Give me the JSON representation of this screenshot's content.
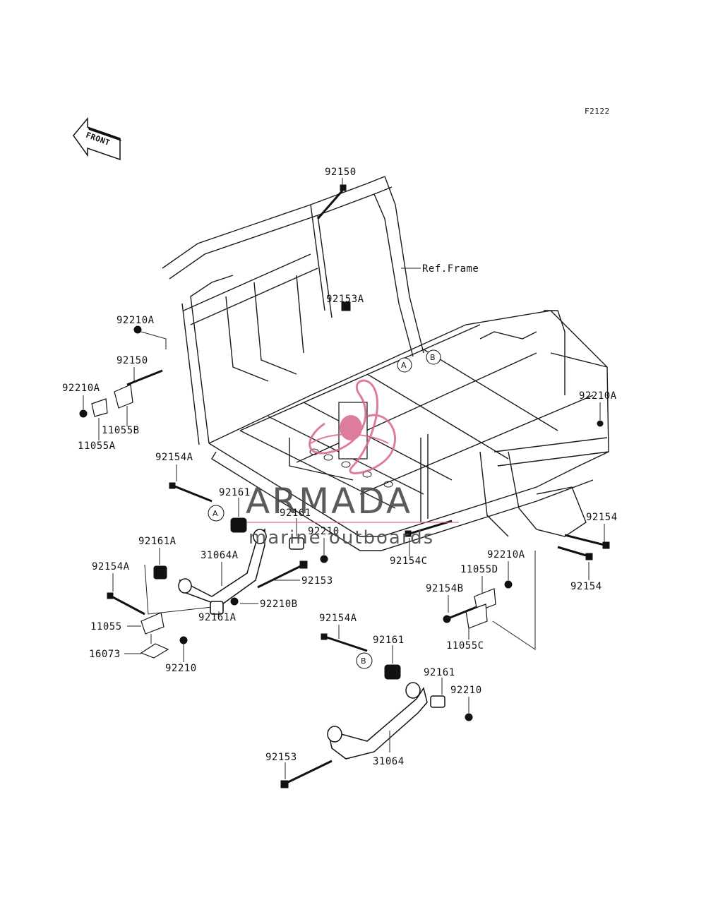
{
  "figure_code": "F2122",
  "front_arrow": {
    "label": "FRONT",
    "icon": "front-arrow-icon"
  },
  "ref_frame": "Ref.Frame",
  "markers": {
    "a": "A",
    "b": "B"
  },
  "watermark": {
    "brand": "ARMADA",
    "tagline": "marine outboards",
    "logo_icon": "armada-flourish-icon",
    "logo_color": "#d9668f",
    "text_color": "#4a4a4a"
  },
  "labels": {
    "p92150_top": "92150",
    "p92153A": "92153A",
    "p92210A_l1": "92210A",
    "p92150_left": "92150",
    "p92210A_l2": "92210A",
    "p11055B": "11055B",
    "p11055A": "11055A",
    "p92210A_r": "92210A",
    "p92154A_1": "92154A",
    "p92161_1": "92161",
    "p92161_2": "92161",
    "p92210_1": "92210",
    "p92154C": "92154C",
    "p92154_r1": "92154",
    "p92210A_mid": "92210A",
    "p11055D": "11055D",
    "p92154B": "92154B",
    "p92154_r2": "92154",
    "p11055C": "11055C",
    "p92161A_1": "92161A",
    "p31064A": "31064A",
    "p92154A_2": "92154A",
    "p92153_1": "92153",
    "p92210B": "92210B",
    "p92161A_2": "92161A",
    "p11055": "11055",
    "p16073": "16073",
    "p92210_2": "92210",
    "p92154A_3": "92154A",
    "p92161_3": "92161",
    "p92161_4": "92161",
    "p92210_3": "92210",
    "p92153_2": "92153",
    "p31064": "31064"
  }
}
